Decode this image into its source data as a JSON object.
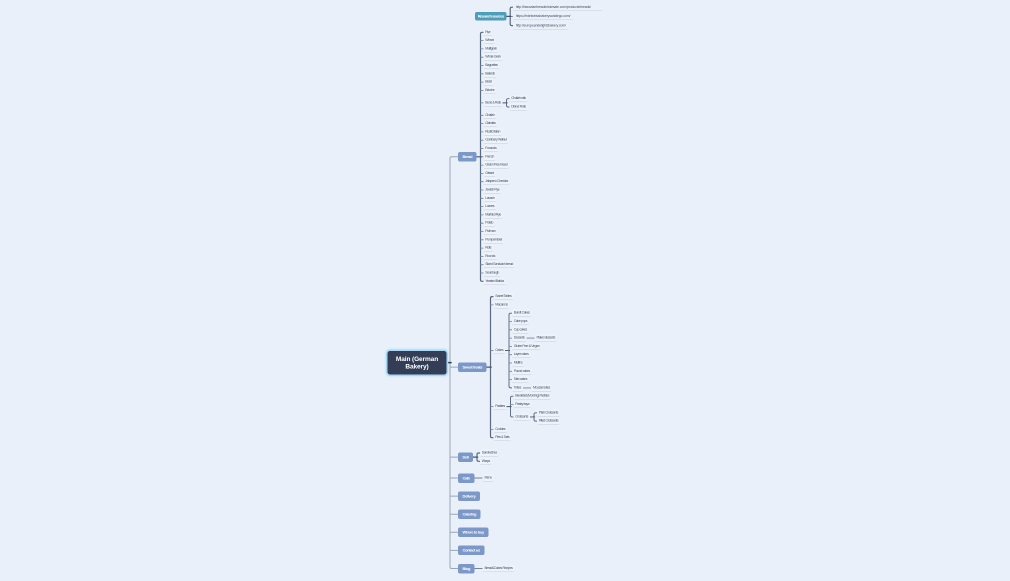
{
  "canvas": {
    "background": "#e9f0f9",
    "root_color": "#333e56",
    "branch_color": "#7b98c8",
    "floating_color": "#4f9dbb",
    "selection_color": "#a7d7f6"
  },
  "floating_topic": {
    "label": "Research sources",
    "children": [
      {
        "label": "http://bavarianbreadwholesale.com/products/breads/"
      },
      {
        "label": "https://edelweissbakerysandiego.com/"
      },
      {
        "label": "http://europeandelightsbakery.com/"
      }
    ]
  },
  "root": {
    "label": "Main (German Bakery)",
    "selected": true,
    "children": [
      {
        "label": "Bread",
        "children": [
          {
            "label": "Rye"
          },
          {
            "label": "Wheat"
          },
          {
            "label": "Multigrain"
          },
          {
            "label": "Whole Grain"
          },
          {
            "label": "Baguettes"
          },
          {
            "label": "Batards"
          },
          {
            "label": "Braid"
          },
          {
            "label": "Brioche"
          },
          {
            "label": "Buns & Rolls",
            "children": [
              {
                "label": "Challah rolls"
              },
              {
                "label": "Dinner Rolls"
              }
            ]
          },
          {
            "label": "Challah"
          },
          {
            "label": "Ciabatta"
          },
          {
            "label": "Rustic Italian"
          },
          {
            "label": "Cranberry Walnut"
          },
          {
            "label": "Focaccia"
          },
          {
            "label": "French"
          },
          {
            "label": "Gluten Free bread"
          },
          {
            "label": "Grissini"
          },
          {
            "label": "Jalapeno Cheddar"
          },
          {
            "label": "Jewish Rye"
          },
          {
            "label": "Lavash"
          },
          {
            "label": "Loaves"
          },
          {
            "label": "Marbled Rye"
          },
          {
            "label": "Potato"
          },
          {
            "label": "Pullman"
          },
          {
            "label": "Pumpernickel"
          },
          {
            "label": "Rolls"
          },
          {
            "label": "Rounds"
          },
          {
            "label": "Sliced Sandwich bread"
          },
          {
            "label": "Sourdough"
          },
          {
            "label": "Yeasted Babka"
          }
        ]
      },
      {
        "label": "Sweet treats",
        "children": [
          {
            "label": "Sweet Tables"
          },
          {
            "label": "Macarons"
          },
          {
            "label": "Cakes",
            "children": [
              {
                "label": "Bundt Cakes"
              },
              {
                "label": "Cake pops"
              },
              {
                "label": "Cup cakes"
              },
              {
                "label": "Desserts",
                "children": [
                  {
                    "label": "Plated desserts"
                  }
                ]
              },
              {
                "label": "Gluten Free & Vegan"
              },
              {
                "label": "Layer cakes"
              },
              {
                "label": "Muffins"
              },
              {
                "label": "Pound cakes"
              },
              {
                "label": "Slab cakes"
              },
              {
                "label": "Tortes",
                "children": [
                  {
                    "label": "Mousse tortes"
                  }
                ]
              }
            ]
          },
          {
            "label": "Pastries",
            "children": [
              {
                "label": "Breakfast (Morning) Pastries"
              },
              {
                "label": "Pastry trays"
              },
              {
                "label": "Croissants",
                "children": [
                  {
                    "label": "Plain Croissants"
                  },
                  {
                    "label": "Filled Croissants"
                  }
                ]
              }
            ]
          },
          {
            "label": "Cookies"
          },
          {
            "label": "Pies & Tarts"
          }
        ]
      },
      {
        "label": "Deli",
        "children": [
          {
            "label": "Sandwiches"
          },
          {
            "label": "Wraps"
          }
        ]
      },
      {
        "label": "Cafe",
        "children": [
          {
            "label": "Menu"
          }
        ]
      },
      {
        "label": "Delivery"
      },
      {
        "label": "Catering"
      },
      {
        "label": "Where to buy"
      },
      {
        "label": "Contact us"
      },
      {
        "label": "Blog",
        "children": [
          {
            "label": "Bread&Cakes Recipes"
          }
        ]
      }
    ]
  }
}
